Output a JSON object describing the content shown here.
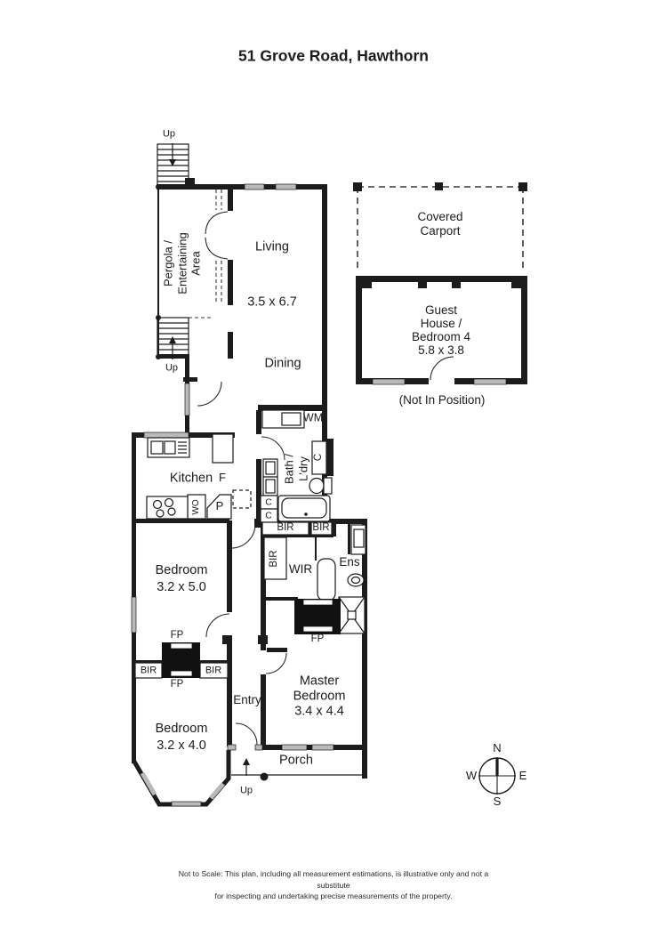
{
  "title": "51 Grove Road, Hawthorn",
  "rooms": {
    "pergola": {
      "label": "Pergola /\nEntertaining\nArea"
    },
    "living": {
      "label": "Living",
      "dims": "3.5 x 6.7"
    },
    "dining": {
      "label": "Dining"
    },
    "carport": {
      "label": "Covered\nCarport"
    },
    "guest_house": {
      "label": "Guest\nHouse /\nBedroom 4\n5.8 x 3.8",
      "note": "(Not In Position)"
    },
    "kitchen": {
      "label": "Kitchen"
    },
    "bath": {
      "label": "Bath /\nL'dry"
    },
    "bedroom1": {
      "label": "Bedroom\n3.2 x 5.0"
    },
    "wir": {
      "label": "WIR"
    },
    "ens": {
      "label": "Ens"
    },
    "master": {
      "label": "Master\nBedroom\n3.4 x 4.4"
    },
    "entry": {
      "label": "Entry"
    },
    "bedroom2": {
      "label": "Bedroom\n3.2 x 4.0"
    },
    "porch": {
      "label": "Porch"
    }
  },
  "fixtures": {
    "washing_machine": "WM",
    "fridge": "F",
    "pantry": "P",
    "wall_oven": "WO",
    "cupboard": "C",
    "built_in_robe": "BIR",
    "fireplace": "FP"
  },
  "stairs": {
    "up": "Up"
  },
  "compass": {
    "north": "N",
    "south": "S",
    "east": "E",
    "west": "W"
  },
  "footer": "Not to Scale: This plan, including all measurement estimations, is illustrative only and not a substitute\nfor inspecting and undertaking precise measurements of the property.",
  "colors": {
    "wall": "#1c1c1c",
    "window": "#b9b9b9",
    "background": "#ffffff"
  }
}
